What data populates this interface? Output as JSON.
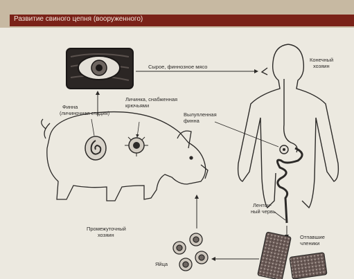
{
  "title": "Развитие свиного цепня (вооруженного)",
  "labels": {
    "raw_meat": "Сырое, финнозное мясо",
    "finn_line1": "Финна",
    "finn_line2": "(личиночная стадия)",
    "larva_line1": "Личинка, снабженная",
    "larva_line2": "крючьями",
    "final_host_line1": "Конечный",
    "final_host_line2": "хозяин",
    "released_finn_line1": "Вылупленная",
    "released_finn_line2": "финна",
    "tapeworm_line1": "Ленточ-",
    "tapeworm_line2": "ный червь",
    "mature_segments_line1": "Отпавшие",
    "mature_segments_line2": "членики",
    "intermediate_host_line1": "Промежуточный",
    "intermediate_host_line2": "хозяин",
    "eggs": "Яйца"
  },
  "colors": {
    "header_band": "#7a2218",
    "header_bg": "#c7b9a2",
    "paper": "#ece9e0",
    "ink": "#2c2a28"
  }
}
